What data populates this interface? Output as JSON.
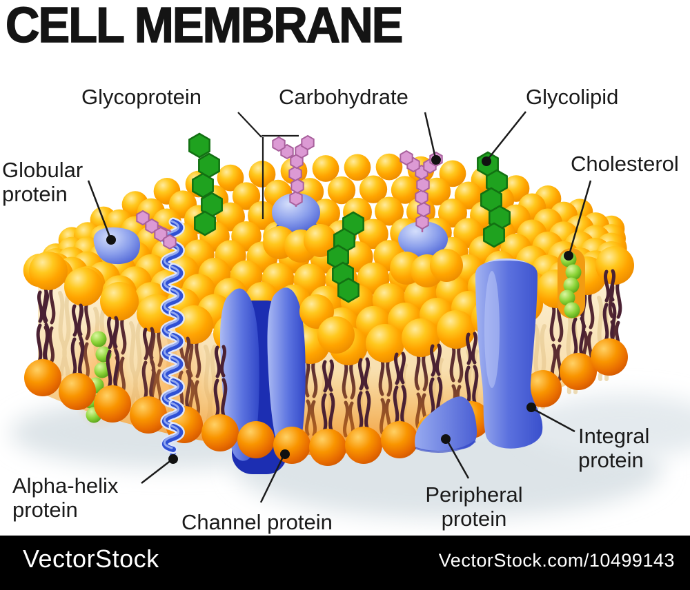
{
  "title": "CELL MEMBRANE",
  "labels": {
    "glycoprotein": "Glycoprotein",
    "carbohydrate": "Carbohydrate",
    "glycolipid": "Glycolipid",
    "cholesterol": "Cholesterol",
    "globular_protein": "Globular protein",
    "alpha_helix_protein": "Alpha-helix protein",
    "channel_protein": "Channel protein",
    "peripheral_protein": "Peripheral protein",
    "integral_protein": "Integral protein"
  },
  "watermark": {
    "brand": "VectorStock",
    "credit": "VectorStock.com/10499143"
  },
  "colors": {
    "background": "#ffffff",
    "label_text": "#1a1a1a",
    "footer_bg": "#000000",
    "footer_text": "#ffffff",
    "lipid_head_upper": "#ffae00",
    "lipid_head_lower": "#f07c00",
    "lipid_tail": "#4a2133",
    "membrane_face": "#f9e9c4",
    "protein_blue": "#5c74e0",
    "protein_dark_blue": "#1c2eb2",
    "carbohydrate_green": "#1fa21f",
    "carbohydrate_pink": "#dc9ad4",
    "cholesterol_green": "#8cd438"
  }
}
